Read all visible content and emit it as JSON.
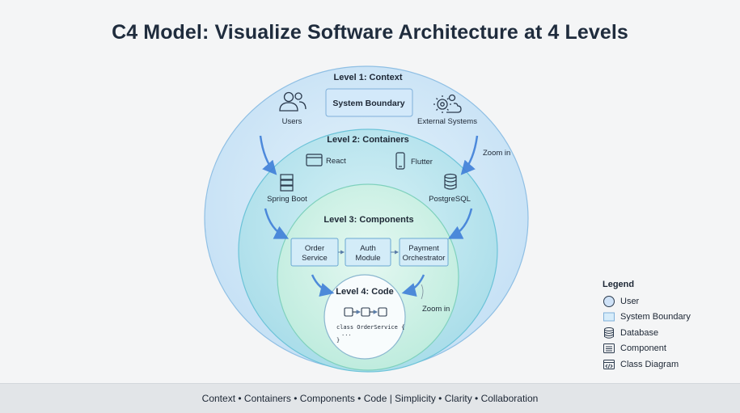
{
  "title": "C4 Model: Visualize Software Architecture at 4 Levels",
  "level1": {
    "title": "Level 1: Context",
    "users_label": "Users",
    "system_boundary_label": "System Boundary",
    "external_label": "External Systems"
  },
  "level2": {
    "title": "Level 2: Containers",
    "react_label": "React",
    "flutter_label": "Flutter",
    "spring_label": "Spring Boot",
    "postgres_label": "PostgreSQL",
    "zoom_label": "Zoom in"
  },
  "level3": {
    "title": "Level 3: Components",
    "components": [
      {
        "line1": "Order",
        "line2": "Service"
      },
      {
        "line1": "Auth",
        "line2": "Module"
      },
      {
        "line1": "Payment",
        "line2": "Orchestrator"
      }
    ]
  },
  "level4": {
    "title": "Level 4: Code",
    "code_line1": "class OrderService {",
    "code_line2": "...",
    "code_line3": "}",
    "zoom_label": "Zoom in"
  },
  "legend": {
    "title": "Legend",
    "items": [
      {
        "label": "User",
        "icon": "user-circle-icon"
      },
      {
        "label": "System Boundary",
        "icon": "boundary-box-icon"
      },
      {
        "label": "Database",
        "icon": "database-icon"
      },
      {
        "label": "Component",
        "icon": "component-icon"
      },
      {
        "label": "Class Diagram",
        "icon": "class-diagram-icon"
      }
    ]
  },
  "footer": "Context • Containers • Components • Code | Simplicity • Clarity • Collaboration",
  "colors": {
    "ring1": "#cfe6f6",
    "ring2": "#b8e5ee",
    "ring3": "#c9f0e6",
    "ring4": "#f6fbfd",
    "accent": "#3f7fd8",
    "box": "#d6ecfa",
    "box_border": "#7fb0da"
  }
}
